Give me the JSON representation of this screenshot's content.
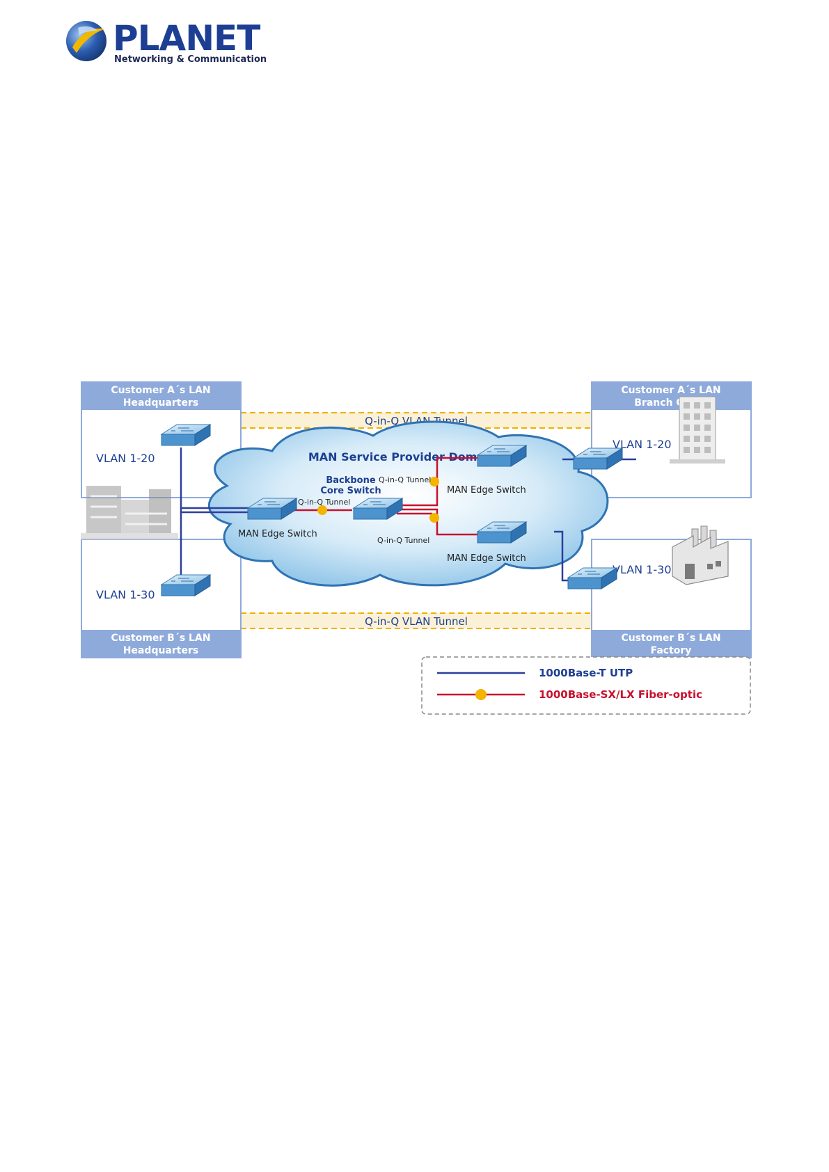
{
  "logo": {
    "brand": "PLANET",
    "tagline": "Networking & Communication",
    "colors": {
      "brand": "#1d3f93",
      "globe": "#2a5db0",
      "swoosh": "#f2b800"
    }
  },
  "diagram": {
    "cloud_title": "MAN Service Provider Domain",
    "tunnel_top": "Q-in-Q VLAN Tunnel",
    "tunnel_bottom": "Q-in-Q VLAN Tunnel",
    "panels": {
      "a_hq": {
        "line1": "Customer A´s LAN",
        "line2": "Headquarters",
        "vlan": "VLAN 1-20"
      },
      "b_hq": {
        "line1": "Customer B´s LAN",
        "line2": "Headquarters",
        "vlan": "VLAN 1-30"
      },
      "a_branch": {
        "line1": "Customer A´s LAN",
        "line2": "Branch Office",
        "vlan": "VLAN 1-20"
      },
      "b_factory": {
        "line1": "Customer B´s LAN",
        "line2": "Factory",
        "vlan": "VLAN 1-30"
      }
    },
    "backbone": {
      "line1": "Backbone",
      "line2": "Core Switch"
    },
    "edge_left": "MAN Edge Switch",
    "edge_top_right": "MAN Edge Switch",
    "edge_bottom_right": "MAN Edge Switch",
    "tunnel_label_left": "Q-in-Q Tunnel",
    "tunnel_label_upper": "Q-in-Q Tunnel",
    "tunnel_label_lower": "Q-in-Q Tunnel",
    "legend": [
      {
        "label": "1000Base-T UTP",
        "color": "#2b3f9e"
      },
      {
        "label": "1000Base-SX/LX Fiber-optic",
        "color": "#c8102e"
      }
    ],
    "colors": {
      "panel_header": "#8eaadb",
      "panel_border": "#8eaadb",
      "tunnel_dash": "#f0b000",
      "tunnel_band": "#fbf1d6",
      "utp": "#2b3f9e",
      "fiber": "#c8102e",
      "fiber_dot": "#f4b400"
    }
  }
}
